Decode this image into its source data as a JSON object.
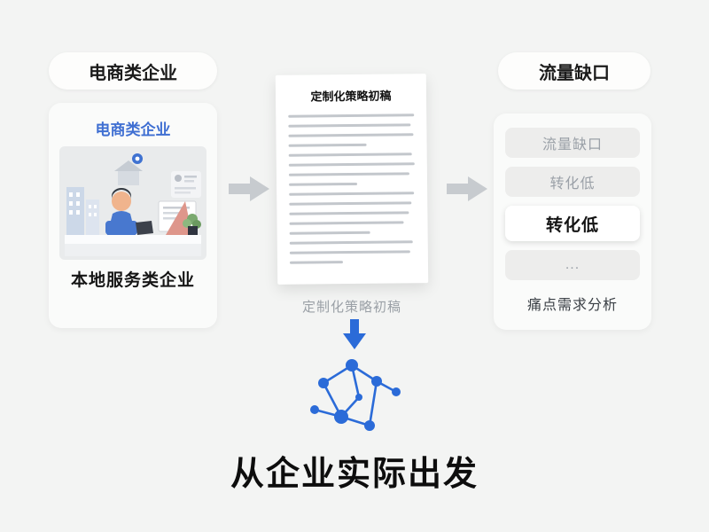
{
  "colors": {
    "accent": "#2b6bd8",
    "arrow_gray": "#c7cbcf",
    "bg": "#f3f4f3"
  },
  "left": {
    "badge": "电商类企业",
    "card_title": "电商类企业",
    "caption": "本地服务类企业"
  },
  "document": {
    "title": "定制化策略初稿",
    "caption": "定制化策略初稿",
    "line_widths": [
      100,
      97,
      99,
      62,
      98,
      100,
      96,
      54,
      99,
      97,
      95,
      91,
      64,
      98,
      96,
      42
    ]
  },
  "right": {
    "badge": "流量缺口",
    "items": [
      {
        "label": "流量缺口",
        "style": "muted"
      },
      {
        "label": "转化低",
        "style": "muted"
      },
      {
        "label": "转化低",
        "style": "highlight"
      },
      {
        "label": "...",
        "style": "muted"
      }
    ],
    "caption": "痛点需求分析"
  },
  "footer": {
    "title": "从企业实际出发"
  },
  "icons": {
    "arrow_right": "right-arrow-icon",
    "arrow_down": "down-arrow-icon",
    "network": "network-graph-icon"
  }
}
